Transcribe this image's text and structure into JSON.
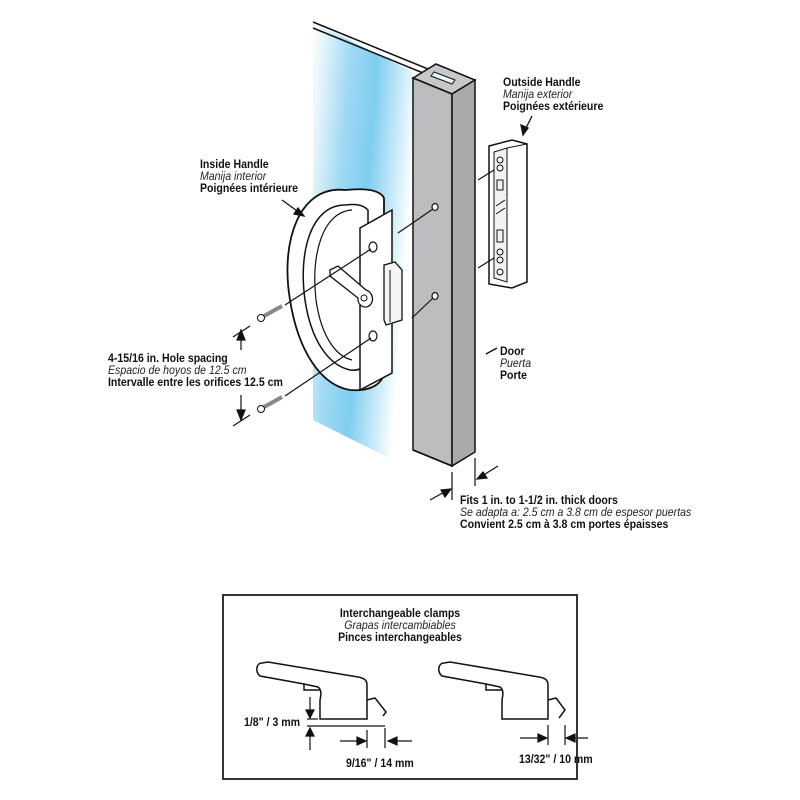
{
  "labels": {
    "outside_handle": {
      "en": "Outside Handle",
      "es": "Manija exterior",
      "fr": "Poignées extérieure"
    },
    "inside_handle": {
      "en": "Inside Handle",
      "es": "Manija interior",
      "fr": "Poignées intérieure"
    },
    "hole_spacing": {
      "en": "4-15/16 in. Hole spacing",
      "es": "Espacio de hoyos de 12.5 cm",
      "fr": "Intervalle entre les orifices 12.5 cm"
    },
    "door": {
      "en": "Door",
      "es": "Puerta",
      "fr": "Porte"
    },
    "thickness": {
      "en": "Fits 1 in. to 1-1/2 in. thick doors",
      "es": "Se adapta a: 2.5 cm a 3.8 cm de espesor puertas",
      "fr": "Convient 2.5 cm à 3.8 cm portes épaisses"
    },
    "clamps": {
      "en": "Interchangeable clamps",
      "es": "Grapas intercambiables",
      "fr": "Pinces interchangeables"
    }
  },
  "dimensions": {
    "clamp1_height": "1/8\" / 3 mm",
    "clamp1_reach": "9/16\" / 14 mm",
    "clamp2_reach": "13/32\" / 10 mm"
  },
  "colors": {
    "glass": "#8fd3f0",
    "door_gray": "#bdbdbf",
    "door_side": "#a9a9ab",
    "line": "#111111"
  }
}
